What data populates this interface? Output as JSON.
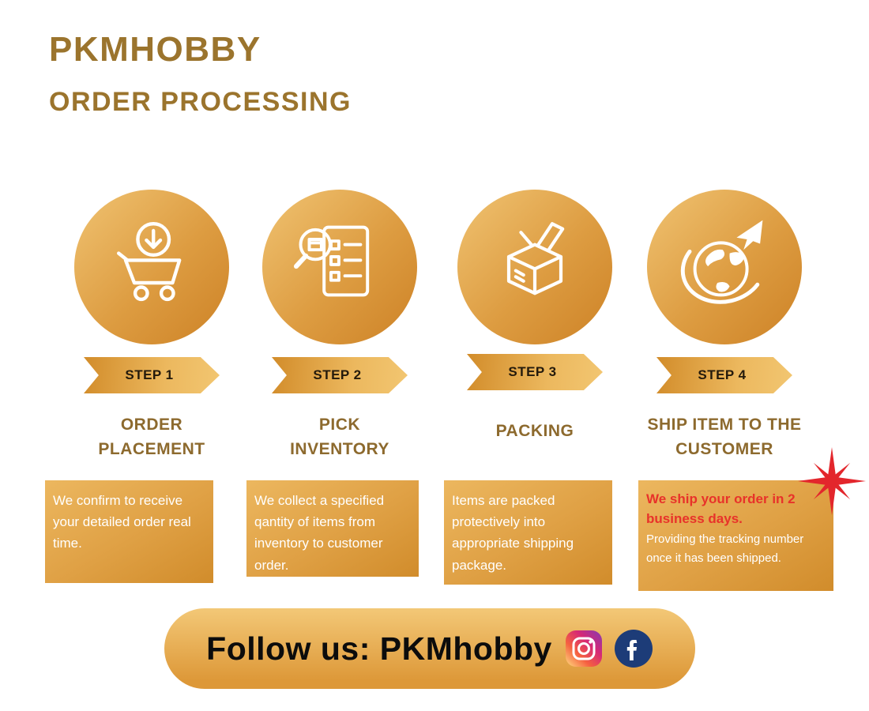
{
  "header": {
    "brand": "PKMHOBBY",
    "title": "ORDER PROCESSING"
  },
  "steps": [
    {
      "step_label": "STEP 1",
      "title": "ORDER PLACEMENT",
      "description": "We confirm to receive your detailed order real time.",
      "icon": "cart-download-icon"
    },
    {
      "step_label": "STEP 2",
      "title": "PICK INVENTORY",
      "description": "We collect a specified qantity of items from inventory to customer order.",
      "icon": "inventory-checklist-icon"
    },
    {
      "step_label": "STEP 3",
      "title": "PACKING",
      "description": "Items are packed protectively into appropriate shipping package.",
      "icon": "packing-box-icon"
    },
    {
      "step_label": "STEP 4",
      "title": "SHIP ITEM TO THE CUSTOMER",
      "description_highlight": "We ship your order in 2 business days.",
      "description": "Providing the tracking number once it has been shipped.",
      "icon": "global-shipping-icon"
    }
  ],
  "footer": {
    "follow_text": "Follow us: PKMhobby",
    "icons": [
      "instagram-icon",
      "facebook-icon"
    ]
  },
  "colors": {
    "brand_text": "#9b742d",
    "gold_light": "#f0c372",
    "gold_dark": "#cd8226",
    "step_title": "#8d6a2e",
    "highlight_red": "#e8322a",
    "facebook_blue": "#1d3c78",
    "box_text": "#ffffff"
  }
}
